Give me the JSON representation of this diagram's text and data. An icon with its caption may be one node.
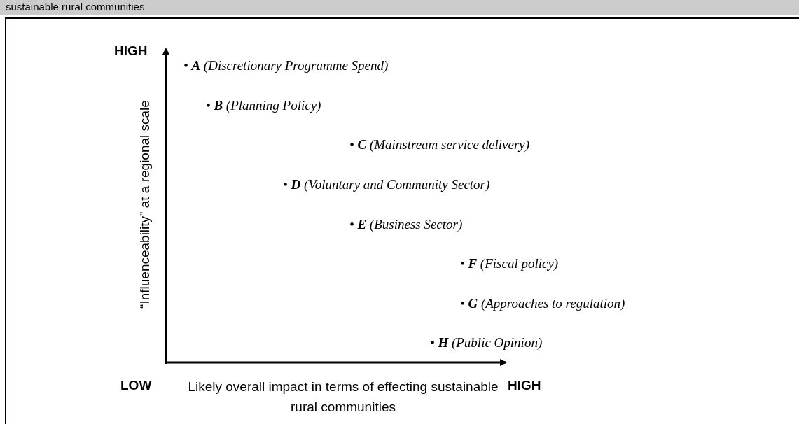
{
  "diagram": {
    "title": "sustainable rural communities",
    "labels": [
      "HIGH",
      "“Influenceability” at a regional scale",
      "• **A** (Discretionary Programme Spend)",
      "• **B** (Planning Policy)",
      "• **C** (Mainstream service delivery)",
      "• **D** (Voluntary and Community Sector)",
      "• **E** (Business Sector)",
      "• **F** (Fiscal policy)",
      "• **G** (Approaches to regulation)",
      "• **H** (Public Opinion)",
      "LOW",
      "Likely overall impact in terms of effecting sustainable rural communities",
      "HIGH"
    ]
  }
}
